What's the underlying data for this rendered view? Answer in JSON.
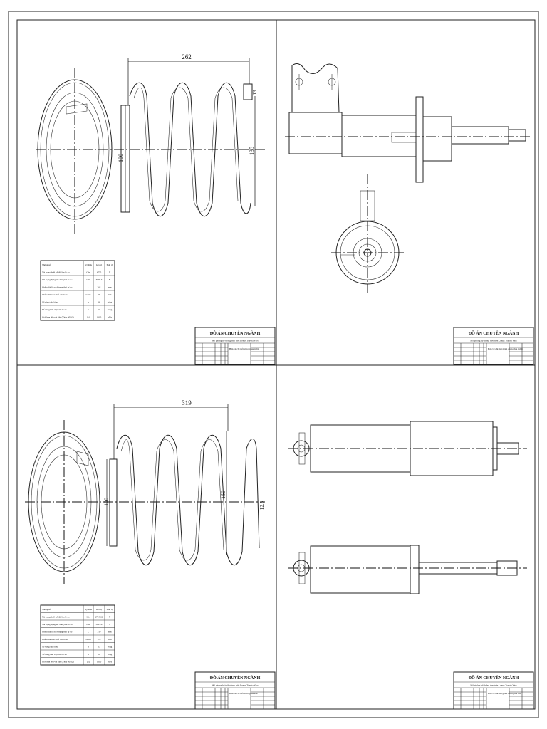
{
  "dims": {
    "front_spring_length": "262",
    "front_spring_dia": "100",
    "front_spring_height": "135",
    "front_wire": "13",
    "rear_spring_length": "319",
    "rear_spring_dia": "100",
    "rear_spring_height": "150",
    "rear_wire": "12.5"
  },
  "front_table": {
    "header": [
      "Thông số",
      "Ký hiệu",
      "Giá trị",
      "Đơn vị"
    ],
    "rows": [
      [
        "Tải trọng thiết kế đặt lên lò xo",
        "Gbs",
        "6755",
        "N"
      ],
      [
        "Tải trọng động tác dụng lên lò xo",
        "Gđs",
        "3990.6",
        "N"
      ],
      [
        "Chiều dài lò xo ở trạng thái tự do",
        "L",
        "262",
        "mm"
      ],
      [
        "Chiều dài nhỏ nhất của lò xo",
        "Lmin",
        "96",
        "mm"
      ],
      [
        "Số vòng của lò xo",
        "n",
        "8",
        "vòng"
      ],
      [
        "Số vòng làm việc của lò xo",
        "n",
        "6",
        "vòng"
      ],
      [
        "Giới hạn bền vật liệu (Thép 60Si2)",
        "[τ]",
        "1600",
        "MPa"
      ]
    ]
  },
  "rear_table": {
    "header": [
      "Thông số",
      "Ký hiệu",
      "Giá trị",
      "Đơn vị"
    ],
    "rows": [
      [
        "Tải trọng thiết kế đặt lên lò xo",
        "Gbs",
        "2719.62",
        "N"
      ],
      [
        "Tải trọng động tác dụng lên lò xo",
        "Gđs",
        "3007.6",
        "N"
      ],
      [
        "Chiều dài lò xo ở trạng thái tự do",
        "L",
        "319",
        "mm"
      ],
      [
        "Chiều dài nhỏ nhất của lò xo",
        "Lmin",
        "110",
        "mm"
      ],
      [
        "Số vòng của lò xo",
        "n",
        "8.5",
        "vòng"
      ],
      [
        "Số vòng làm việc của lò xo",
        "n",
        "6",
        "vòng"
      ],
      [
        "Giới hạn bền vật liệu (Thép 60Si2)",
        "[τ]",
        "1600",
        "MPa"
      ]
    ]
  },
  "title_blocks": [
    {
      "title": "ĐỒ ÁN CHUYÊN NGÀNH",
      "subtitle": "Mô phỏng hệ thống treo trên Lexus Toyota Vios",
      "drawing": "Bản vẽ chi tiết lò xo phía trước"
    },
    {
      "title": "ĐỒ ÁN CHUYÊN NGÀNH",
      "subtitle": "Mô phỏng hệ thống treo trên Lexus Toyota Vios",
      "drawing": "Bản vẽ chi tiết giảm chấn phía trước"
    },
    {
      "title": "ĐỒ ÁN CHUYÊN NGÀNH",
      "subtitle": "Mô phỏng hệ thống treo trên Lexus Toyota Vios",
      "drawing": "Bản vẽ chi tiết lò xo phía sau"
    },
    {
      "title": "ĐỒ ÁN CHUYÊN NGÀNH",
      "subtitle": "Mô phỏng hệ thống treo trên Lexus Toyota Vios",
      "drawing": "Bản vẽ chi tiết giảm chấn phía sau"
    }
  ]
}
